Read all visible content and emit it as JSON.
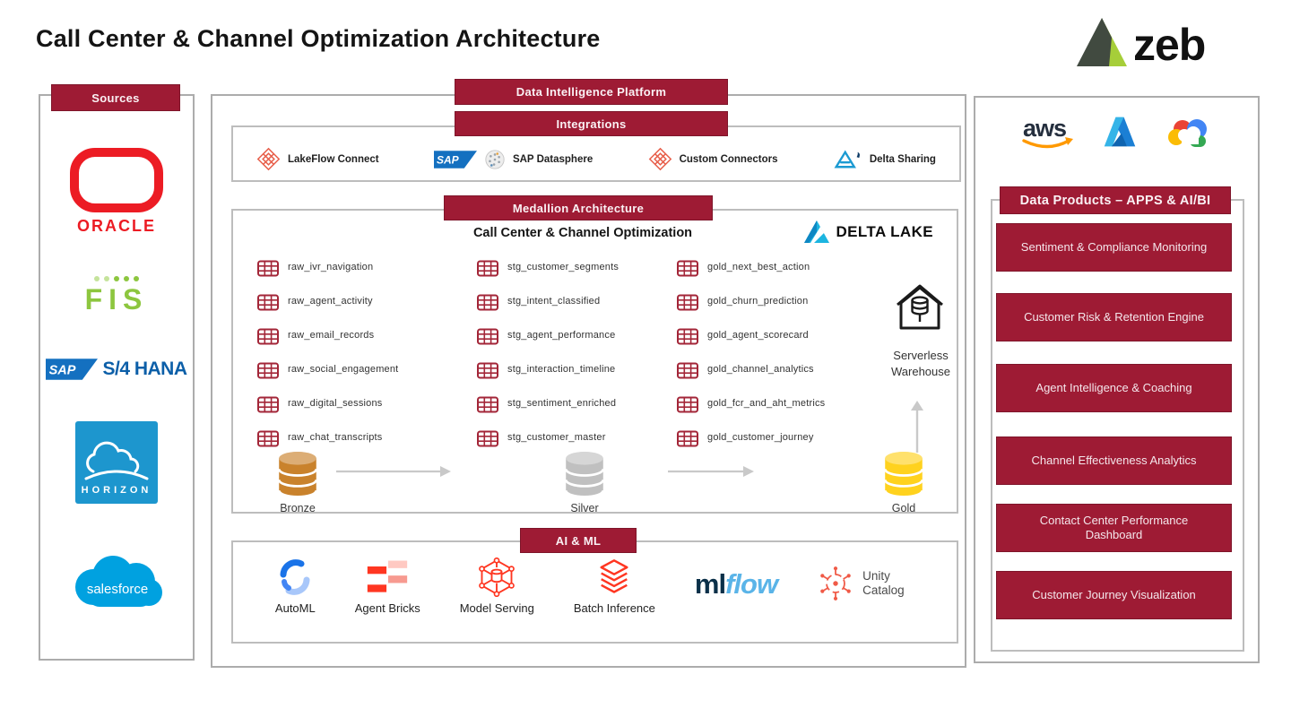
{
  "page": {
    "title": "Call Center & Channel Optimization Architecture"
  },
  "brand": {
    "wordmark": "zeb"
  },
  "accent_colors": {
    "maroon": "#9E1B34",
    "border_gray": "#ACACAC",
    "table_red": "#A32638",
    "databricks_red": "#FF3621",
    "delta_blue": "#1CB5E0",
    "bronze": "#C9822C",
    "silver": "#C0C0C0",
    "gold": "#FFD21E"
  },
  "sources": {
    "header": "Sources",
    "oracle": {
      "text": "ORACLE"
    },
    "fis": {
      "text": "FIS"
    },
    "sap_s4hana": {
      "sap": "SAP",
      "text": "S/4 HANA"
    },
    "horizon": {
      "text": "HORIZON"
    },
    "salesforce": {
      "text": "salesforce"
    }
  },
  "platform": {
    "header": "Data Intelligence Platform",
    "integrations": {
      "header": "Integrations",
      "lakeflow": "LakeFlow Connect",
      "sap_logo": "SAP",
      "datasphere": "SAP Datasphere",
      "custom_connectors": "Custom Connectors",
      "delta_sharing": "Delta Sharing"
    },
    "medallion": {
      "header": "Medallion Architecture",
      "subtitle": "Call Center & Channel Optimization",
      "delta_lake": "DELTA LAKE",
      "raw_tables": [
        "raw_ivr_navigation",
        "raw_agent_activity",
        "raw_email_records",
        "raw_social_engagement",
        "raw_digital_sessions",
        "raw_chat_transcripts"
      ],
      "stg_tables": [
        "stg_customer_segments",
        "stg_intent_classified",
        "stg_agent_performance",
        "stg_interaction_timeline",
        "stg_sentiment_enriched",
        "stg_customer_master"
      ],
      "gold_tables": [
        "gold_next_best_action",
        "gold_churn_prediction",
        "gold_agent_scorecard",
        "gold_channel_analytics",
        "gold_fcr_and_aht_metrics",
        "gold_customer_journey"
      ],
      "serverless": "Serverless Warehouse",
      "bronze": "Bronze",
      "silver": "Silver",
      "gold": "Gold"
    },
    "aiml": {
      "header": "AI & ML",
      "automl": "AutoML",
      "agent_bricks": "Agent Bricks",
      "model_serving": "Model Serving",
      "batch_inference": "Batch Inference",
      "mlflow_ml": "ml",
      "mlflow_flow": "flow",
      "unity_catalog": "Unity Catalog"
    }
  },
  "clouds": {
    "aws": "aws"
  },
  "data_products": {
    "header": "Data Products – APPS & AI/BI",
    "cards": [
      "Sentiment & Compliance Monitoring",
      "Customer Risk & Retention Engine",
      "Agent Intelligence & Coaching",
      "Channel Effectiveness Analytics",
      "Contact Center Performance Dashboard",
      "Customer Journey Visualization"
    ]
  }
}
